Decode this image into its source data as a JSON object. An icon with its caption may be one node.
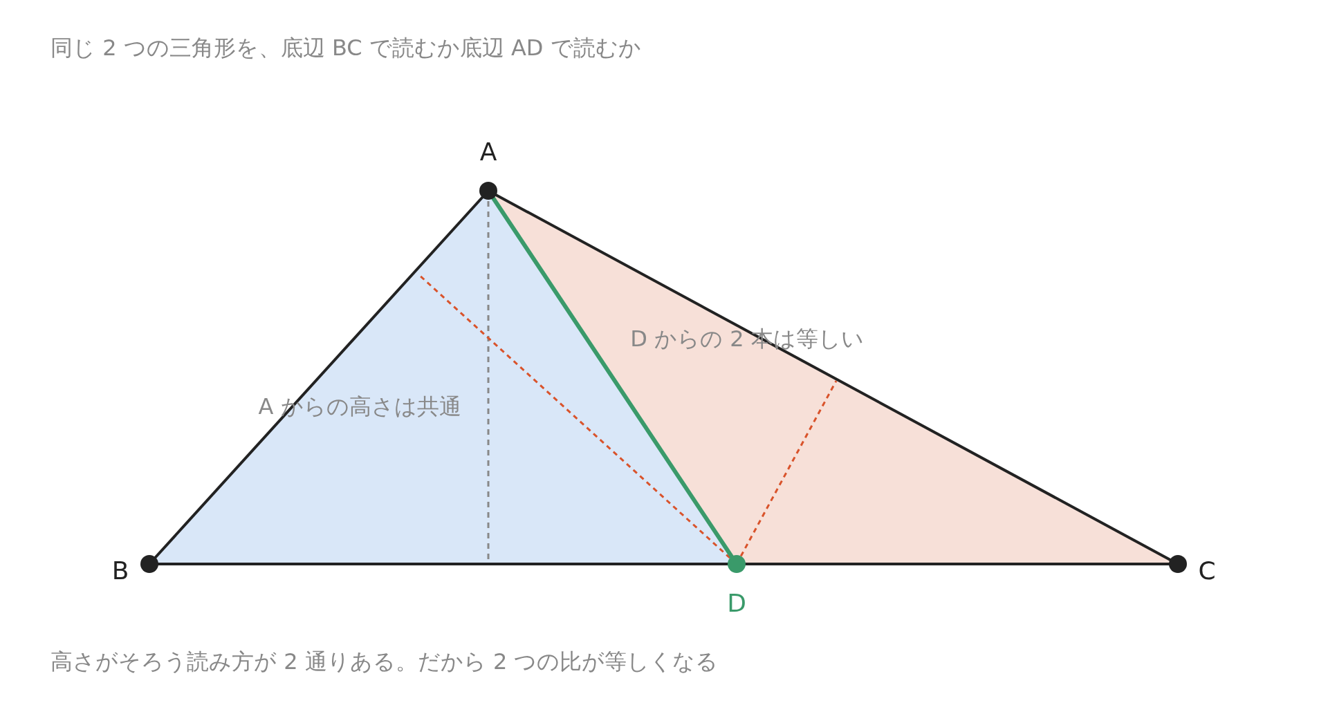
{
  "diagram": {
    "title": "同じ 2 つの三角形を、底辺 BC で読むか底辺 AD で読むか",
    "caption": "高さがそろう読み方が 2 通りある。だから 2 つの比が等しくなる",
    "labels": [
      "A",
      "B",
      "C",
      "D",
      "A からの高さは共通",
      "D からの 2 本は等しい"
    ]
  }
}
